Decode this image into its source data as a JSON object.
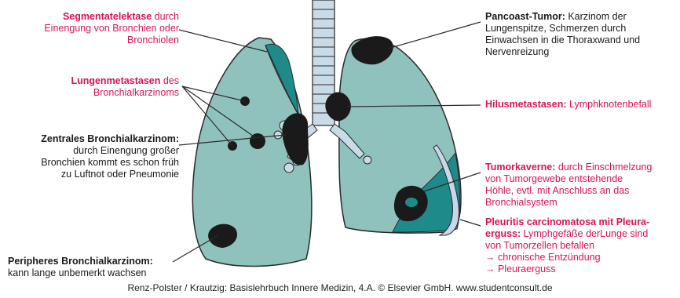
{
  "labels": {
    "segment": {
      "title": "Segmentatelektase",
      "rest1": " durch",
      "line2": "Einengung von Bronchien oder",
      "line3": "Bronchiolen"
    },
    "metastasen": {
      "title": "Lungenmetastasen",
      "rest1": " des",
      "line2": "Bronchialkarzinoms"
    },
    "zentral": {
      "title": "Zentrales Bronchialkarzinom:",
      "line2": "durch Einengung großer",
      "line3": "Bronchien kommt es schon früh",
      "line4": "zu Luftnot oder Pneumonie"
    },
    "peripher": {
      "title": "Peripheres Bronchialkarzinom:",
      "line2": "kann lange unbemerkt wachsen"
    },
    "pancoast": {
      "title": "Pancoast-Tumor:",
      "rest1": " Karzinom der",
      "line2": "Lungenspitze, Schmerzen durch",
      "line3": "Einwachsen in die Thoraxwand und",
      "line4": "Nervenreizung"
    },
    "hilus": {
      "title": "Hilusmetastasen:",
      "rest1": " Lymphknotenbefall"
    },
    "kaverne": {
      "title": "Tumorkaverne:",
      "rest1": " durch Einschmelzung",
      "line2": "von Tumorgewebe entstehende",
      "line3": "Höhle, evtl. mit Anschluss an das",
      "line4": "Bronchialsystem"
    },
    "pleuritis": {
      "title": "Pleuritis carcinomatosa mit Pleura-",
      "title2": "erguss:",
      "rest2": " Lymphgefäße derLunge sind",
      "line3": "von Tumorzellen befallen",
      "line4": "→ chronische Entzündung",
      "line5": "→ Pleuraerguss"
    }
  },
  "caption": "Renz-Polster / Krautzig: Basislehrbuch Innere Medizin, 4.A. © Elsevier GmbH. www.studentconsult.de",
  "colors": {
    "lung_fill": "#8fc2bc",
    "lung_dark": "#1f8a8a",
    "trachea": "#c8dbe6",
    "tumor": "#1a1a1a",
    "accent": "#d4145a",
    "effusion": "#c7d6e8"
  }
}
